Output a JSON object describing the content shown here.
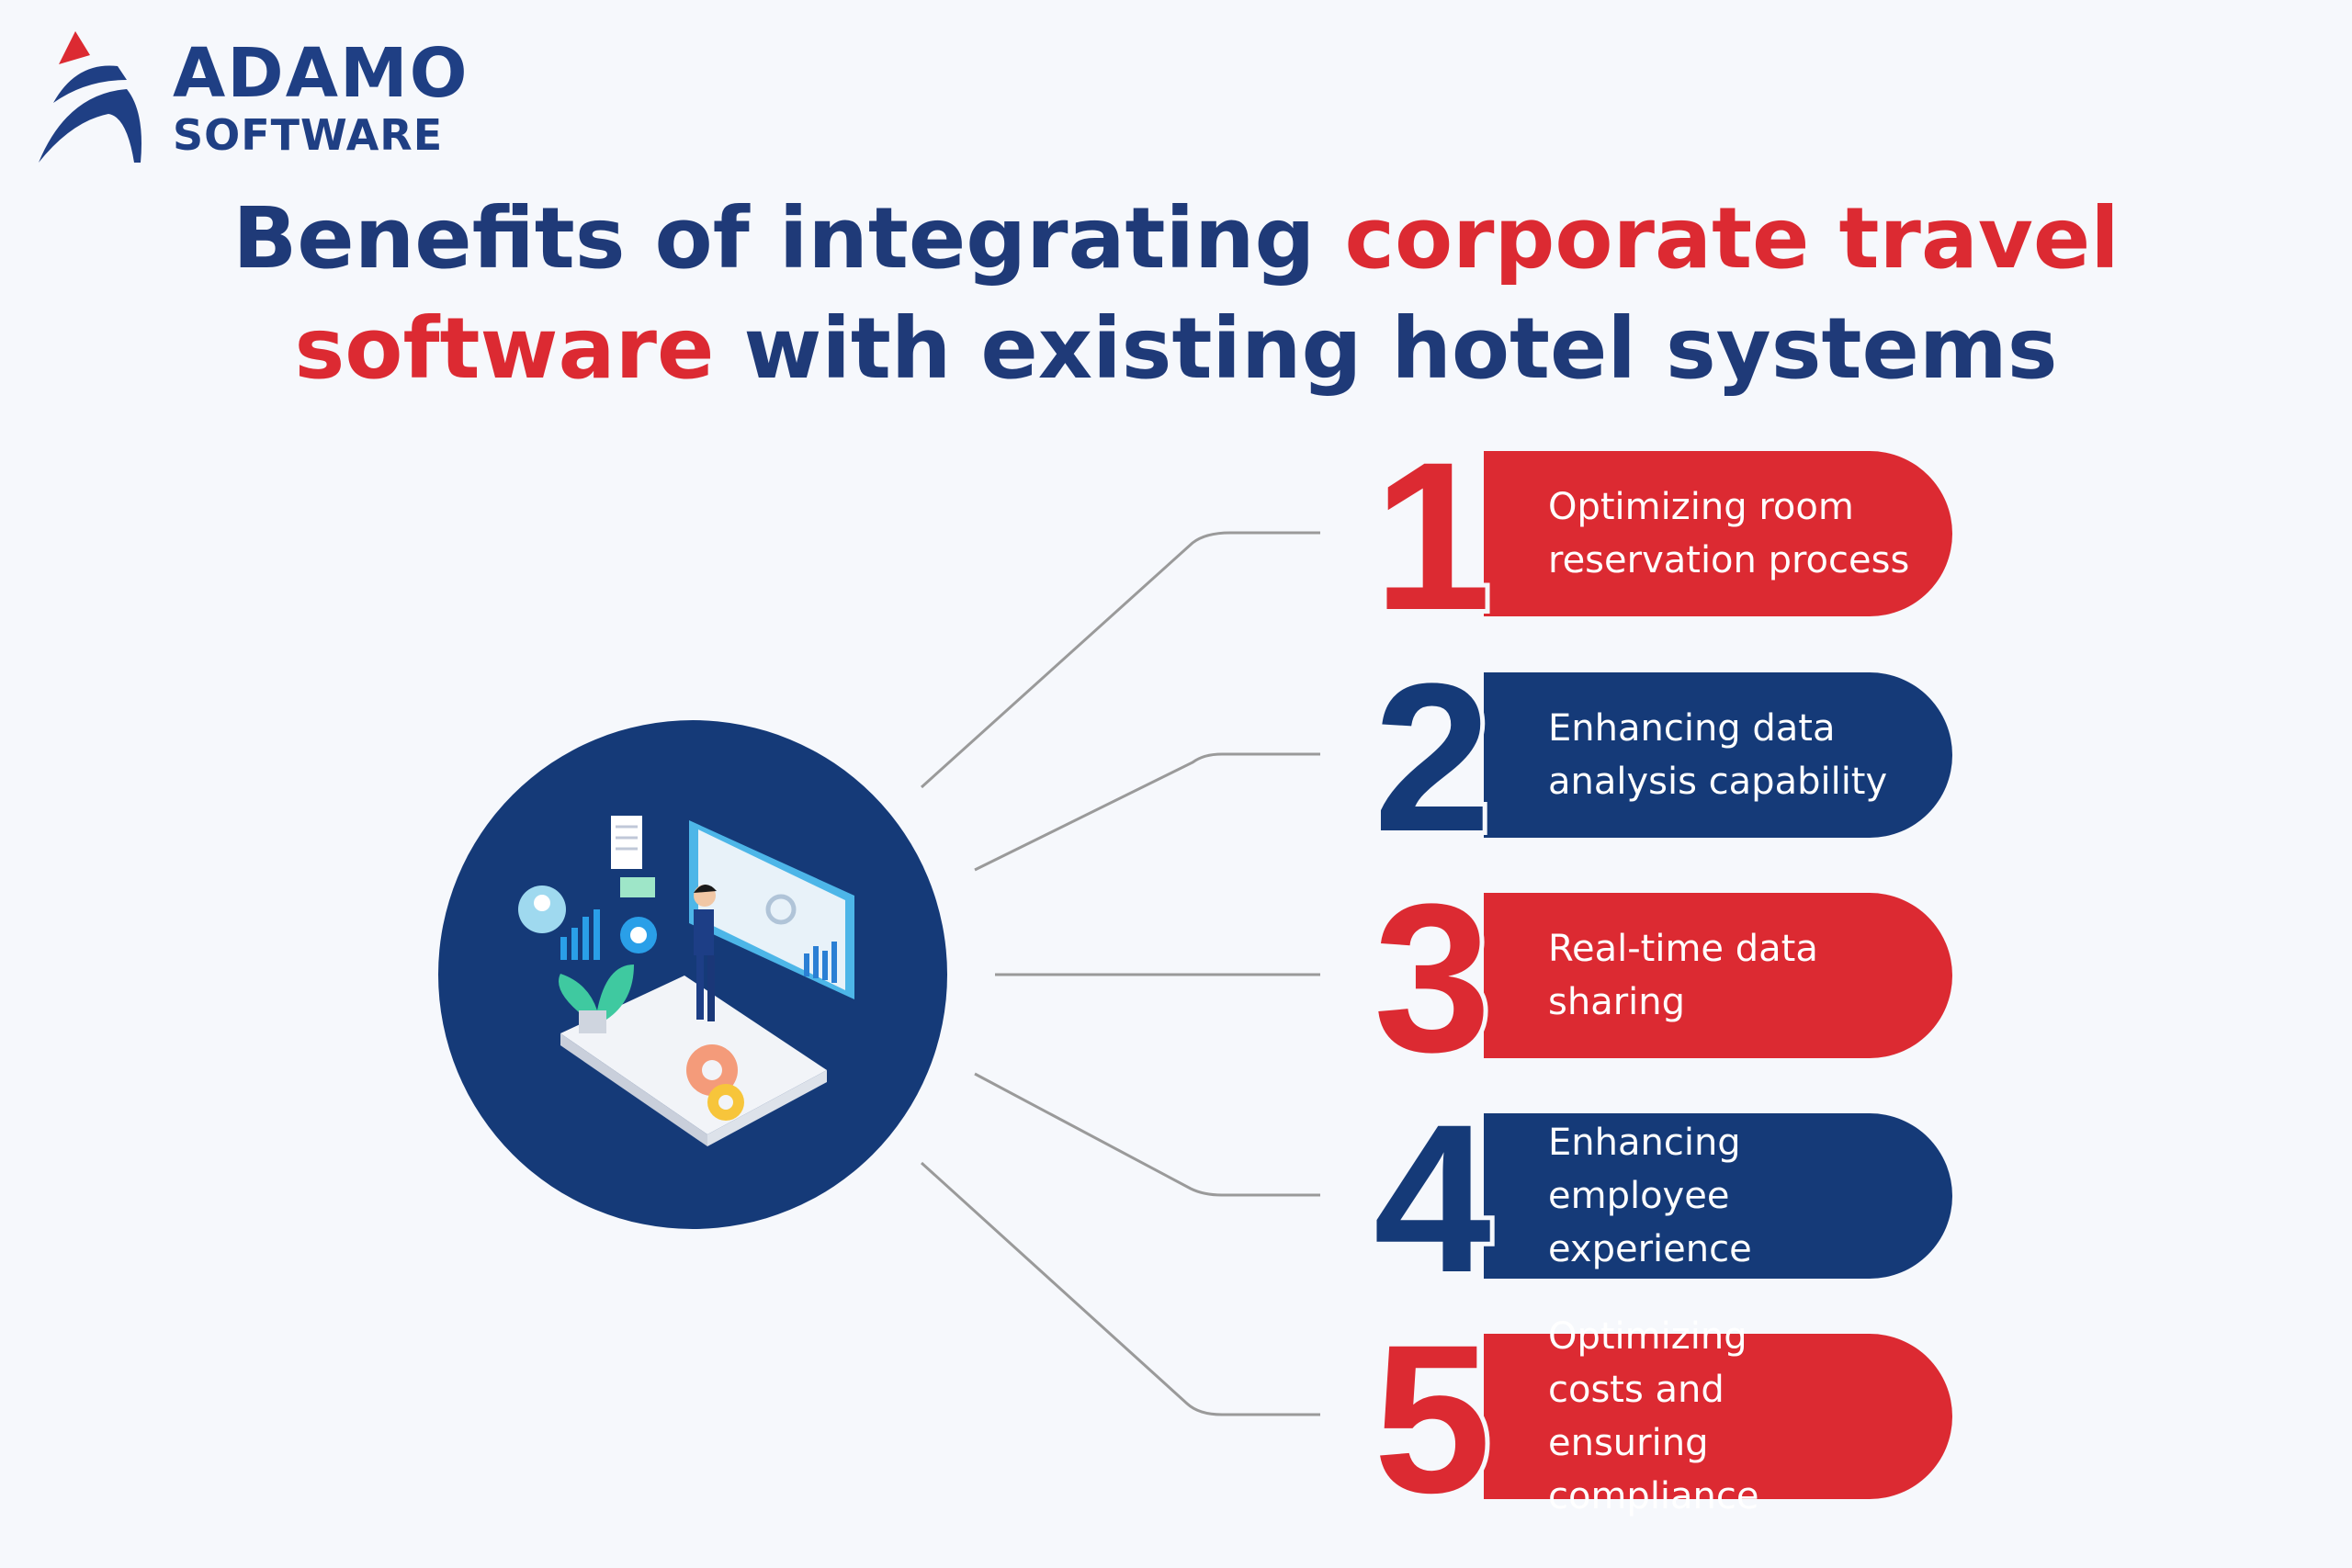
{
  "brand": {
    "name_line1": "ADAMO",
    "name_line2": "SOFTWARE"
  },
  "title": {
    "line1_part1": "Benefits of integrating ",
    "line1_highlight": "corporate travel",
    "line2_highlight": "software",
    "line2_part2": " with existing hotel systems"
  },
  "colors": {
    "red": "#dc2a32",
    "navy": "#153a78",
    "background": "#f6f8fc"
  },
  "benefits": [
    {
      "number": "1",
      "text": "Optimizing room reservation process"
    },
    {
      "number": "2",
      "text": "Enhancing data analysis capability"
    },
    {
      "number": "3",
      "text": "Real-time data sharing"
    },
    {
      "number": "4",
      "text": "Enhancing employee experience"
    },
    {
      "number": "5",
      "text": "Optimizing costs and ensuring compliance"
    }
  ]
}
